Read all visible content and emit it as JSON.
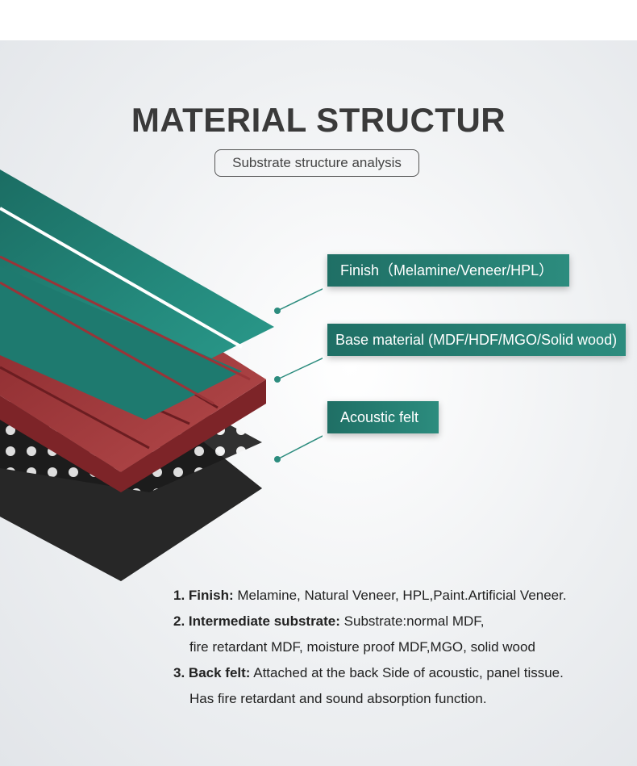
{
  "header": {
    "title": "MATERIAL STRUCTUR",
    "subtitle": "Substrate structure analysis"
  },
  "labels": {
    "finish": "Finish（Melamine/Veneer/HPL）",
    "base": "Base material (MDF/HDF/MGO/Solid wood)",
    "felt": "Acoustic felt"
  },
  "notes": [
    {
      "num": "1.",
      "key": "Finish:",
      "text": " Melamine, Natural Veneer, HPL,Paint.Artificial Veneer.",
      "cont": ""
    },
    {
      "num": "2.",
      "key": "Intermediate substrate:",
      "text": " Substrate:normal MDF,",
      "cont": "fire retardant MDF, moisture proof MDF,MGO, solid wood"
    },
    {
      "num": "3.",
      "key": "Back felt:",
      "text": " Attached at the back Side of acoustic, panel tissue.",
      "cont": "Has fire retardant and sound absorption function."
    }
  ],
  "colors": {
    "finish_green": "#23857a",
    "base_red": "#a83b3e",
    "felt_black": "#1e1e1e",
    "tag_green": "#1f6f65"
  }
}
